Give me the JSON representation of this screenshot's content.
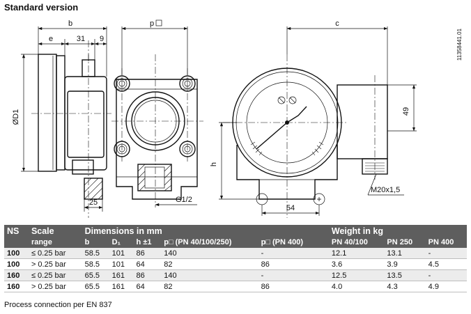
{
  "title": "Standard version",
  "drawing": {
    "labels": {
      "b": "b",
      "e": "e",
      "d31": "31",
      "d9": "9",
      "p": "p",
      "c": "c",
      "phi_d1": "ØD1",
      "h": "h",
      "d25": "25",
      "g12": "G1/2",
      "d49": "49",
      "d54": "54",
      "m20": "M20x1,5",
      "minus": "−",
      "plus": "+",
      "doc_id": "11358441.01"
    }
  },
  "table": {
    "header_top": {
      "ns": "NS",
      "scale": "Scale",
      "dims": "Dimensions in mm",
      "weight": "Weight in kg"
    },
    "header_sub": {
      "range": "range",
      "b": "b",
      "d1": "D₁",
      "h": "h ±1",
      "p1": "p□ (PN 40/100/250)",
      "p2": "p□ (PN 400)",
      "w1": "PN 40/100",
      "w2": "PN 250",
      "w3": "PN 400"
    },
    "rows": [
      {
        "ns": "100",
        "range": "≤ 0.25 bar",
        "b": "58.5",
        "d1": "101",
        "h": "86",
        "p1": "140",
        "p2": "-",
        "w1": "12.1",
        "w2": "13.1",
        "w3": "-"
      },
      {
        "ns": "100",
        "range": "> 0.25 bar",
        "b": "58.5",
        "d1": "101",
        "h": "64",
        "p1": "82",
        "p2": "86",
        "w1": "3.6",
        "w2": "3.9",
        "w3": "4.5"
      },
      {
        "ns": "160",
        "range": "≤ 0.25 bar",
        "b": "65.5",
        "d1": "161",
        "h": "86",
        "p1": "140",
        "p2": "-",
        "w1": "12.5",
        "w2": "13.5",
        "w3": "-"
      },
      {
        "ns": "160",
        "range": "> 0.25 bar",
        "b": "65.5",
        "d1": "161",
        "h": "64",
        "p1": "82",
        "p2": "86",
        "w1": "4.0",
        "w2": "4.3",
        "w3": "4.9"
      }
    ]
  },
  "note": "Process connection per EN 837"
}
